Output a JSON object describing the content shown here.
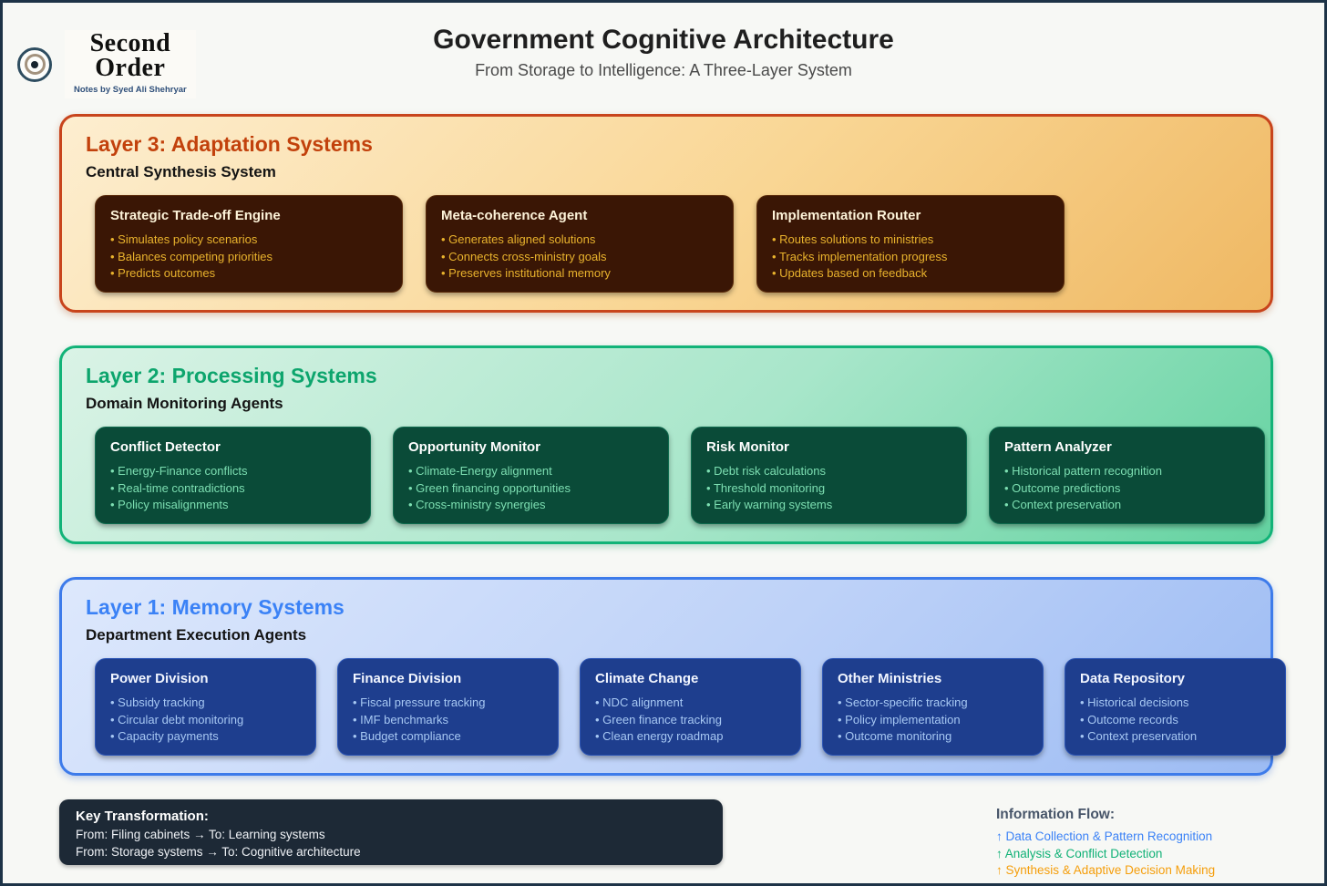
{
  "brand": {
    "name_line1": "Second",
    "name_line2": "Order",
    "tagline": "Notes by Syed Ali Shehryar"
  },
  "header": {
    "title": "Government Cognitive Architecture",
    "subtitle": "From Storage to Intelligence: A Three-Layer System"
  },
  "layers": [
    {
      "title": "Layer 3: Adaptation Systems",
      "subtitle": "Central Synthesis System",
      "accent_color": "#c2410c",
      "cards": [
        {
          "title": "Strategic Trade-off Engine",
          "bullets": [
            "Simulates policy scenarios",
            "Balances competing priorities",
            "Predicts outcomes"
          ]
        },
        {
          "title": "Meta-coherence Agent",
          "bullets": [
            "Generates aligned solutions",
            "Connects cross-ministry goals",
            "Preserves institutional memory"
          ]
        },
        {
          "title": "Implementation Router",
          "bullets": [
            "Routes solutions to ministries",
            "Tracks implementation progress",
            "Updates based on feedback"
          ]
        }
      ]
    },
    {
      "title": "Layer 2: Processing Systems",
      "subtitle": "Domain Monitoring Agents",
      "accent_color": "#0da56d",
      "cards": [
        {
          "title": "Conflict Detector",
          "bullets": [
            "Energy-Finance conflicts",
            "Real-time contradictions",
            "Policy misalignments"
          ]
        },
        {
          "title": "Opportunity Monitor",
          "bullets": [
            "Climate-Energy alignment",
            "Green financing opportunities",
            "Cross-ministry synergies"
          ]
        },
        {
          "title": "Risk Monitor",
          "bullets": [
            "Debt risk calculations",
            "Threshold monitoring",
            "Early warning systems"
          ]
        },
        {
          "title": "Pattern Analyzer",
          "bullets": [
            "Historical pattern recognition",
            "Outcome predictions",
            "Context preservation"
          ]
        }
      ]
    },
    {
      "title": "Layer 1: Memory Systems",
      "subtitle": "Department Execution Agents",
      "accent_color": "#3b82f6",
      "cards": [
        {
          "title": "Power Division",
          "bullets": [
            "Subsidy tracking",
            "Circular debt monitoring",
            "Capacity payments"
          ]
        },
        {
          "title": "Finance Division",
          "bullets": [
            "Fiscal pressure tracking",
            "IMF benchmarks",
            "Budget compliance"
          ]
        },
        {
          "title": "Climate Change",
          "bullets": [
            "NDC alignment",
            "Green finance tracking",
            "Clean energy roadmap"
          ]
        },
        {
          "title": "Other Ministries",
          "bullets": [
            "Sector-specific tracking",
            "Policy implementation",
            "Outcome monitoring"
          ]
        },
        {
          "title": "Data Repository",
          "bullets": [
            "Historical decisions",
            "Outcome records",
            "Context preservation"
          ]
        }
      ]
    }
  ],
  "key_transformation": {
    "title": "Key Transformation:",
    "lines": [
      "From: Filing cabinets → To: Learning systems",
      "From: Storage systems → To: Cognitive architecture"
    ]
  },
  "information_flow": {
    "title": "Information Flow:",
    "arrow": "↑",
    "items": [
      {
        "label": "Data Collection & Pattern Recognition",
        "color": "#3b82f6"
      },
      {
        "label": "Analysis & Conflict Detection",
        "color": "#10b176"
      },
      {
        "label": "Synthesis & Adaptive Decision Making",
        "color": "#f59e0b"
      }
    ]
  }
}
